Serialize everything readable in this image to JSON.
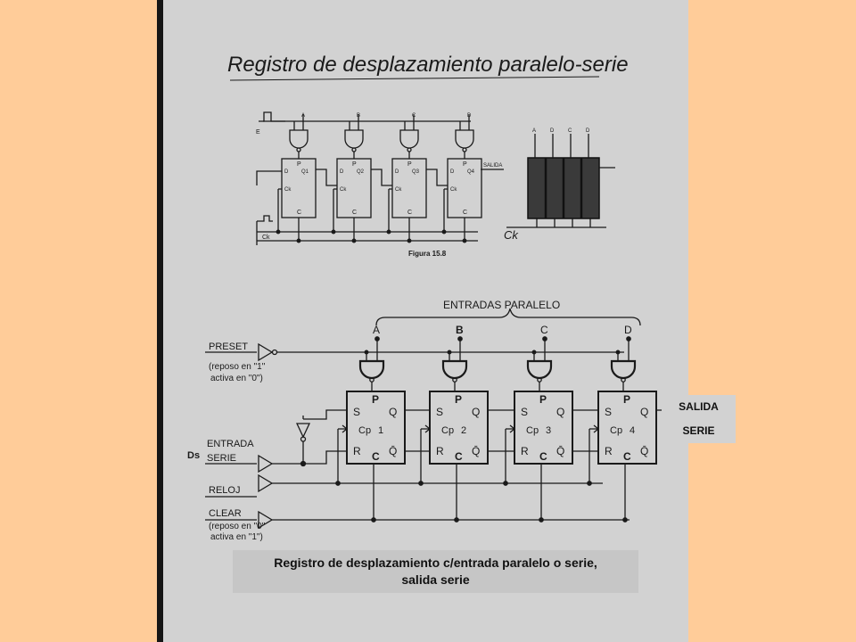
{
  "colors": {
    "background": "#FFCC99",
    "sheet": "#D2D2D2",
    "binding": "#151515",
    "ink": "#1a1a1a"
  },
  "title": "Registro de desplazamiento paralelo-serie",
  "figure1": {
    "inputs": [
      "A",
      "B",
      "C",
      "D"
    ],
    "preset_label": "P",
    "clear_label": "C",
    "d_label": "D",
    "ck_label": "Ck",
    "enable_label": "E",
    "clock_line_label": "Ck",
    "q_labels": [
      "Q1",
      "Q2",
      "Q3",
      "Q4"
    ],
    "salida_label": "SALIDA",
    "block_inputs": [
      "A",
      "D",
      "C",
      "D"
    ],
    "block_clock": "Ck",
    "caption": "Figura 15.8"
  },
  "figure2": {
    "parallel_inputs_label": "ENTRADAS PARALELO",
    "inputs": [
      "A",
      "B",
      "C",
      "D"
    ],
    "preset": "PRESET",
    "preset_note1": "(reposo en \"1\"",
    "preset_note2": "activa en \"0\")",
    "ds": "Ds",
    "serial1": "ENTRADA",
    "serial2": "SERIE",
    "clock": "RELOJ",
    "clear": "CLEAR",
    "clear_note1": "(reposo en \"0\"",
    "clear_note2": "activa en \"1\")",
    "ff_numbers": [
      "1",
      "2",
      "3",
      "4"
    ],
    "s": "S",
    "r": "R",
    "q": "Q",
    "qbar": "Q̄",
    "cp": "Cp",
    "p": "P",
    "c": "C"
  },
  "salida_serie": {
    "line1": "SALIDA",
    "line2": "SERIE"
  },
  "caption": {
    "line1": "Registro de desplazamiento c/entrada paralelo o serie,",
    "line2": "salida serie"
  }
}
